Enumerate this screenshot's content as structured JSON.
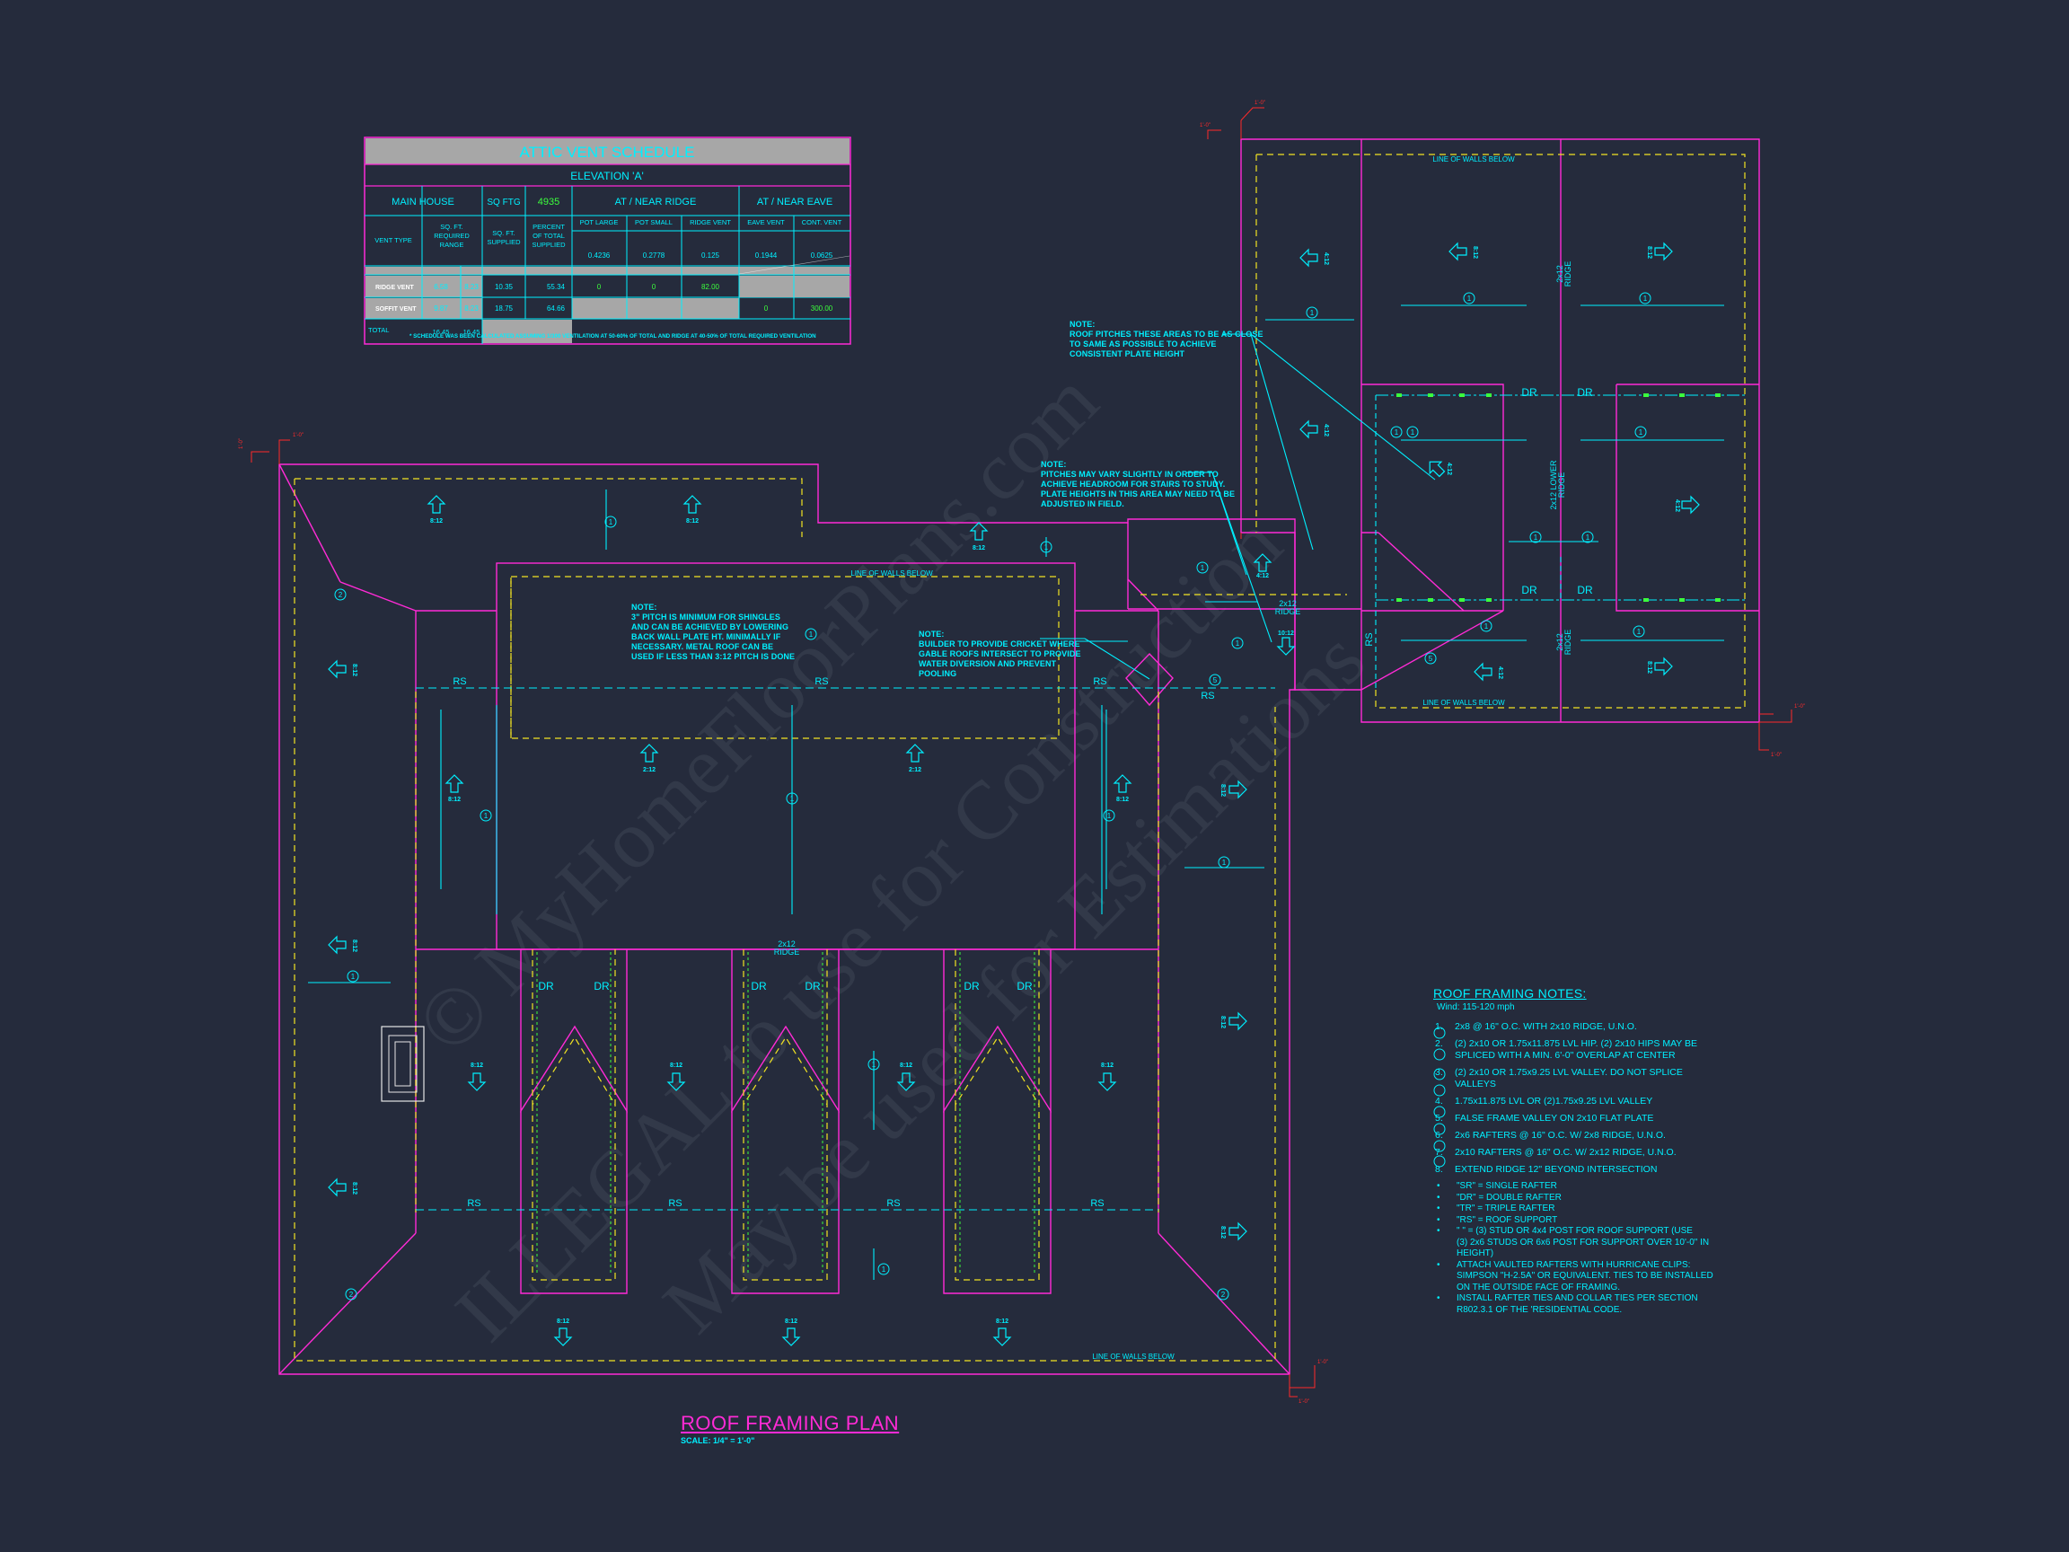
{
  "schedule": {
    "title": "ATTIC VENT SCHEDULE",
    "elevation": "ELEVATION 'A'",
    "main_house": "MAIN HOUSE",
    "sq_ftg_label": "SQ FTG",
    "sq_ftg_value": "4935",
    "at_near_ridge": "AT / NEAR RIDGE",
    "at_near_eave": "AT / NEAR EAVE",
    "vent_type": "VENT TYPE",
    "sq_ft_required": "SQ. FT.\nREQUIRED\nRANGE",
    "sq_ft_supplied": "SQ. FT.\nSUPPLIED",
    "percent_supplied": "PERCENT\nOF TOTAL\nSUPPLIED",
    "columns": [
      "POT LARGE",
      "POT SMALL",
      "RIDGE VENT",
      "EAVE VENT",
      "CONT. VENT"
    ],
    "column_values": [
      "0.4236",
      "0.2778",
      "0.125",
      "0.1944",
      "0.0625"
    ],
    "rows": [
      {
        "name": "RIDGE VENT",
        "req_min": "6.58",
        "req_max": "8.23",
        "supplied": "10.35",
        "percent": "55.34",
        "pot_large": "0",
        "pot_small": "0",
        "ridge_vent": "82.00",
        "eave_vent": "",
        "cont_vent": ""
      },
      {
        "name": "SOFFIT VENT",
        "req_min": "9.87",
        "req_max": "8.23",
        "supplied": "18.75",
        "percent": "64.66",
        "pot_large": "",
        "pot_small": "",
        "ridge_vent": "",
        "eave_vent": "0",
        "cont_vent": "300.00"
      }
    ],
    "total_label": "TOTAL",
    "total_values": [
      "16.45",
      "16.45"
    ],
    "footnote": "* SCHEDULE WAS BEEN CALCULATED ASSUMING 1/300 VENTILATION AT 50-60% OF TOTAL AND RIDGE AT 40-50% OF TOTAL REQUIRED VENTILATION"
  },
  "plan": {
    "title": "ROOF FRAMING PLAN",
    "scale": "SCALE:    1/4\" = 1'-0\"",
    "line_of_walls_below": "LINE OF WALLS BELOW",
    "ridge_2x12": "2x12\nRIDGE",
    "ridge_2x12_lower": "2x12 LOWER\nRIDGE",
    "labels": {
      "rs": "RS",
      "dr": "DR"
    },
    "pitches": {
      "p812": "8:12",
      "p412": "4:12",
      "p212": "2:12",
      "p1012": "10:12"
    }
  },
  "notes": {
    "pitch_min": "NOTE:\n3\" PITCH IS MINIMUM FOR SHINGLES\nAND CAN BE ACHIEVED BY LOWERING\nBACK WALL PLATE HT. MINIMALLY IF\nNECESSARY.  METAL ROOF CAN BE\nUSED IF LESS THAN 3:12 PITCH IS DONE",
    "cricket": "NOTE:\nBUILDER TO PROVIDE CRICKET WHERE\nGABLE ROOFS INTERSECT TO PROVIDE\nWATER DIVERSION AND PREVENT\nPOOLING",
    "pitch_close": "NOTE:\nROOF PITCHES THESE AREAS TO BE AS CLOSE\nTO SAME AS POSSIBLE TO ACHIEVE\nCONSISTENT PLATE HEIGHT",
    "headroom": "NOTE:\nPITCHES MAY VARY SLIGHTLY IN ORDER TO\nACHIEVE HEADROOM FOR STAIRS TO STUDY.\nPLATE HEIGHTS IN THIS AREA MAY NEED TO BE\nADJUSTED IN FIELD."
  },
  "framing_notes": {
    "title": "ROOF FRAMING NOTES:",
    "wind": "Wind: 115-120 mph",
    "items": [
      {
        "num": "1.",
        "text": "2x8 @ 16\" O.C. WITH 2x10 RIDGE, U.N.O."
      },
      {
        "num": "2.",
        "text": "(2) 2x10 OR 1.75x11.875 LVL HIP. (2) 2x10 HIPS MAY BE\nSPLICED WITH A MIN. 6'-0\" OVERLAP AT CENTER"
      },
      {
        "num": "3.",
        "text": "(2) 2x10 OR 1.75x9.25 LVL VALLEY. DO NOT SPLICE\nVALLEYS"
      },
      {
        "num": "4.",
        "text": "1.75x11.875 LVL OR (2)1.75x9.25 LVL VALLEY"
      },
      {
        "num": "5.",
        "text": "FALSE FRAME VALLEY ON 2x10 FLAT PLATE"
      },
      {
        "num": "6.",
        "text": "2x6 RAFTERS @ 16\" O.C. W/ 2x8 RIDGE, U.N.O."
      },
      {
        "num": "7.",
        "text": "2x10 RAFTERS @ 16\" O.C. W/ 2x12 RIDGE, U.N.O."
      },
      {
        "num": "8.",
        "text": "EXTEND RIDGE 12\" BEYOND INTERSECTION"
      }
    ],
    "bullets": [
      "\"SR\" = SINGLE RAFTER",
      "\"DR\" = DOUBLE RAFTER",
      "\"TR\" = TRIPLE RAFTER",
      "\"RS\" = ROOF SUPPORT",
      "\"  \" = (3) STUD OR 4x4 POST FOR ROOF SUPPORT (USE\n(3) 2x6 STUDS OR 6x6 POST FOR SUPPORT OVER 10'-0\" IN\nHEIGHT)",
      "ATTACH VAULTED RAFTERS WITH HURRICANE CLIPS:\nSIMPSON \"H-2.5A\" OR EQUIVALENT. TIES TO BE INSTALLED\nON THE OUTSIDE FACE OF FRAMING.",
      "INSTALL RAFTER TIES AND COLLAR TIES PER SECTION\nR802.3.1 OF THE 'RESIDENTIAL CODE."
    ]
  },
  "watermark": {
    "line1": "© MyHomeFloorPlans.com",
    "line2": "ILLEGAL to use for Construction",
    "line3": "May be used for Estimations"
  },
  "colors": {
    "background": "#252b3c",
    "magenta": "#ff2bd6",
    "cyan": "#00f0ff",
    "yellow": "#f2e422",
    "red": "#ff2a2a",
    "green": "#3cff3c"
  }
}
